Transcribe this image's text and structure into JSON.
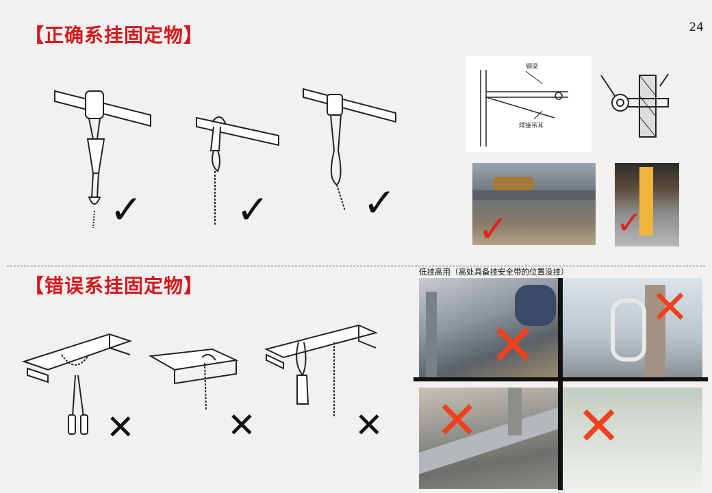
{
  "headings": {
    "correct": "【正确系挂固定物】",
    "wrong": "【错误系挂固定物】"
  },
  "page_number": "24",
  "diagram_labels": {
    "beam_label": "钢梁",
    "lug_label": "焊接吊耳"
  },
  "photo_caption": "低挂高用（高处具备挂安全带的位置没挂）",
  "marks": {
    "correct": "✓",
    "wrong": "✕"
  },
  "colors": {
    "heading": "#d4171c",
    "check_mark": "#111111",
    "cross_mark": "#111111",
    "photo_cross": "#f0401e",
    "photo_check": "#e0241c"
  },
  "icons": [
    "check-mark-icon",
    "cross-mark-icon"
  ]
}
